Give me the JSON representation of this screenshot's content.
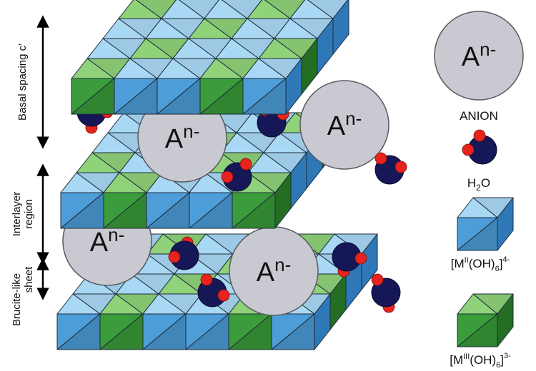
{
  "side_labels": {
    "basal": "Basal spacing c′",
    "interlayer_1": "Interlayer",
    "interlayer_2": "region",
    "brucite_1": "Brucite-like",
    "brucite_2": "sheet"
  },
  "anion_symbol": "A",
  "anion_charge": "n-",
  "legend": {
    "anion_label": "ANION",
    "water_label_h": "H",
    "water_label_sub": "2",
    "water_label_o": "O",
    "m2_open": "[M",
    "m2_ox": "II",
    "m2_mid": "(OH)",
    "m2_sub": "6",
    "m2_close": "]",
    "m2_charge": "4-",
    "m3_open": "[M",
    "m3_ox": "III",
    "m3_mid": "(OH)",
    "m3_sub": "6",
    "m3_close": "]",
    "m3_charge": "3-"
  },
  "colors": {
    "m2_top": "#a9d8f5",
    "m2_front": "#4d9ed8",
    "m2_side": "#2f78b8",
    "m3_top": "#8fd27a",
    "m3_front": "#3a9c3a",
    "m3_side": "#236e23",
    "edge": "#1d2b3a",
    "anion_fill": "#c9c9d1",
    "anion_edge": "#5a5a60",
    "oxygen": "#151757",
    "hydrogen": "#e8231e"
  },
  "icons": {
    "anion": "anion-sphere-icon",
    "water": "water-molecule-icon",
    "m2": "blue-octahedron-icon",
    "m3": "green-octahedron-icon"
  }
}
